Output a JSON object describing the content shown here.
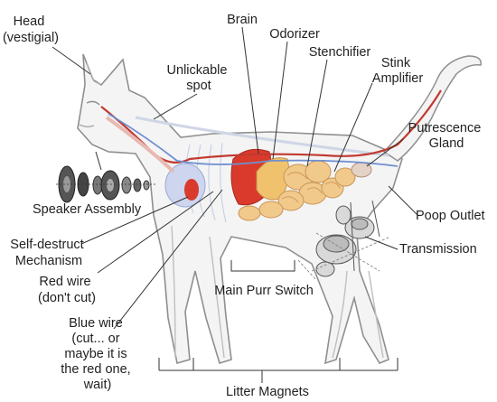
{
  "labels": {
    "head": [
      "Head",
      "(vestigial)"
    ],
    "brain": "Brain",
    "odorizer": "Odorizer",
    "stenchifier": "Stenchifier",
    "stink_amplifier": [
      "Stink",
      "Amplifier"
    ],
    "unlickable_spot": [
      "Unlickable",
      "spot"
    ],
    "putrescence_gland": [
      "Putrescence",
      "Gland"
    ],
    "speaker_assembly": "Speaker Assembly",
    "poop_outlet": "Poop Outlet",
    "self_destruct": [
      "Self-destruct",
      "Mechanism"
    ],
    "transmission": "Transmission",
    "red_wire": [
      "Red wire",
      "(don't cut)"
    ],
    "main_purr_switch": "Main Purr Switch",
    "blue_wire": [
      "Blue wire",
      "(cut... or",
      "maybe it is",
      "the red one,",
      "wait)"
    ],
    "litter_magnets": "Litter Magnets"
  },
  "colors": {
    "outline": "#8f8f8f",
    "brain_organ": "#d93a2b",
    "organs": "#e8b46a",
    "red_wire": "#c23a30",
    "blue_wire": "#6f8fd0",
    "label_text": "#222222"
  }
}
